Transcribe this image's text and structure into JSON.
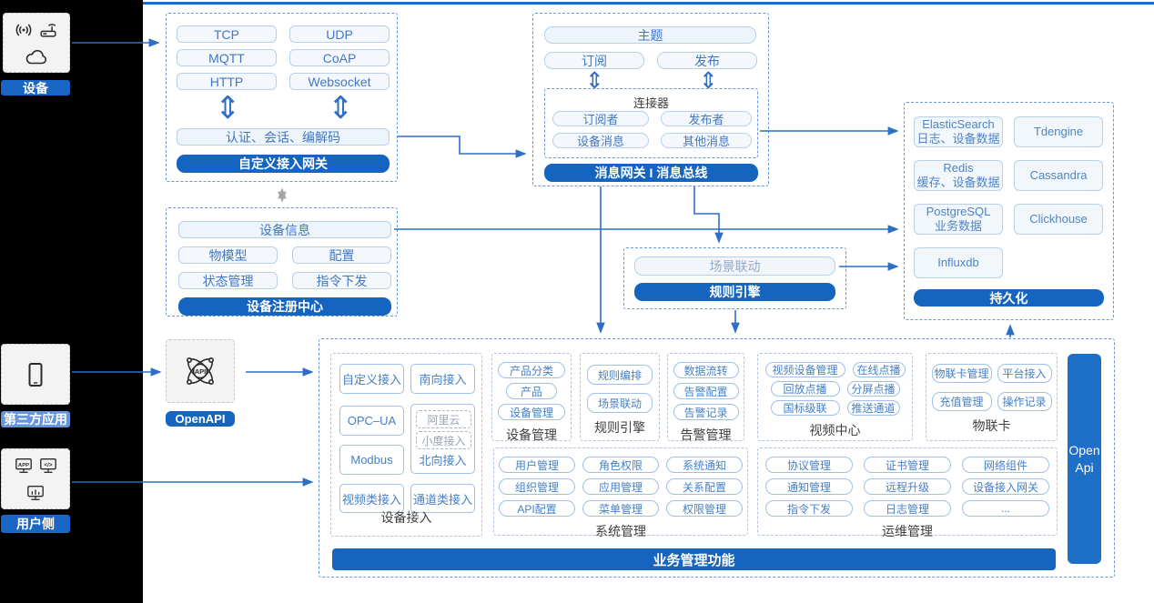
{
  "icons": {
    "double_arrow": "⇕"
  },
  "rail": {
    "device": {
      "label": "设备"
    },
    "third_party": {
      "label": "第三方应用"
    },
    "user": {
      "label": "用户侧"
    }
  },
  "gateway": {
    "protocols": [
      "TCP",
      "UDP",
      "MQTT",
      "CoAP",
      "HTTP",
      "Websocket"
    ],
    "session_bar": "认证、会话、编解码",
    "title": "自定义接入网关"
  },
  "bus": {
    "topic": "主题",
    "subscribe": "订阅",
    "publish": "发布",
    "connector_title": "连接器",
    "connector_items": [
      "订阅者",
      "发布者",
      "设备消息",
      "其他消息"
    ],
    "title": "消息网关 I 消息总线"
  },
  "registry": {
    "device_info": "设备信息",
    "items": [
      "物模型",
      "配置",
      "状态管理",
      "指令下发"
    ],
    "title": "设备注册中心"
  },
  "rule": {
    "scene": "场景联动",
    "title": "规则引擎"
  },
  "persistence": {
    "cells": [
      {
        "name": "ElasticSearch",
        "desc": "日志、设备数据"
      },
      {
        "name": "Tdengine",
        "desc": ""
      },
      {
        "name": "Redis",
        "desc": "缓存、设备数据"
      },
      {
        "name": "Cassandra",
        "desc": ""
      },
      {
        "name": "PostgreSQL",
        "desc": "业务数据"
      },
      {
        "name": "Clickhouse",
        "desc": ""
      },
      {
        "name": "Influxdb",
        "desc": ""
      }
    ],
    "title": "持久化"
  },
  "openapi": {
    "label": "OpenAPI"
  },
  "biz": {
    "title": "业务管理功能",
    "openapi_bar": {
      "line1": "Open",
      "line2": "Api"
    },
    "device_access": {
      "label": "设备接入",
      "items": [
        "自定义接入",
        "南向接入",
        "OPC–UA",
        "Modbus",
        "视频类接入",
        "通道类接入"
      ],
      "north": {
        "ali": "阿里云",
        "xiaodu": "小度接入",
        "label": "北向接入"
      }
    },
    "device_mgmt": {
      "label": "设备管理",
      "items": [
        "产品分类",
        "产品",
        "设备管理"
      ]
    },
    "rule_engine": {
      "label": "规则引擎",
      "items": [
        "规则编排",
        "场景联动"
      ]
    },
    "alarm": {
      "label": "告警管理",
      "items": [
        "数据流转",
        "告警配置",
        "告警记录"
      ]
    },
    "video": {
      "label": "视频中心",
      "items": [
        "视频设备管理",
        "在线点播",
        "回放点播",
        "分屏点播",
        "国标级联",
        "推送通道"
      ]
    },
    "iot_card": {
      "label": "物联卡",
      "items": [
        "物联卡管理",
        "平台接入",
        "充值管理",
        "操作记录"
      ]
    },
    "system": {
      "label": "系统管理",
      "items": [
        "用户管理",
        "角色权限",
        "系统通知",
        "组织管理",
        "应用管理",
        "关系配置",
        "API配置",
        "菜单管理",
        "权限管理"
      ]
    },
    "ops": {
      "label": "运维管理",
      "items": [
        "协议管理",
        "证书管理",
        "网络组件",
        "通知管理",
        "远程升级",
        "设备接入网关",
        "指令下发",
        "日志管理",
        "..."
      ]
    }
  }
}
